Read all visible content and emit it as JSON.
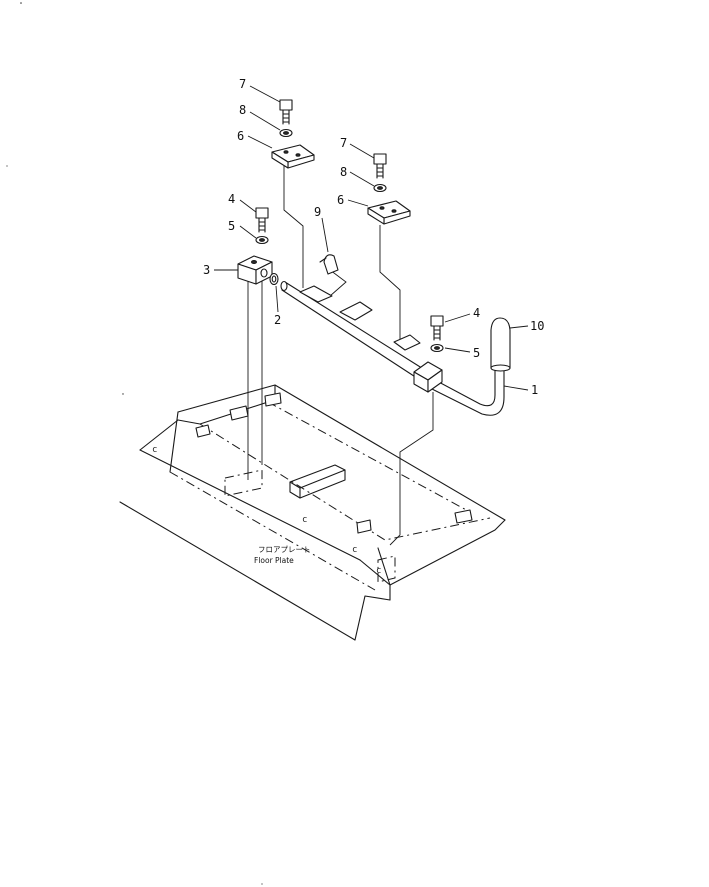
{
  "callouts": {
    "c7a": "7",
    "c8a": "8",
    "c6a": "6",
    "c7b": "7",
    "c8b": "8",
    "c6b": "6",
    "c4a": "4",
    "c5a": "5",
    "c3": "3",
    "c2": "2",
    "c9": "9",
    "c4b": "4",
    "c5b": "5",
    "c10": "10",
    "c1": "1"
  },
  "floor_plate": {
    "label_jp": "フロアプレート",
    "label_en": "Floor  Plate"
  },
  "floor_marks": {
    "m1": "c",
    "m2": "c",
    "m3": "c",
    "m4": "c"
  }
}
